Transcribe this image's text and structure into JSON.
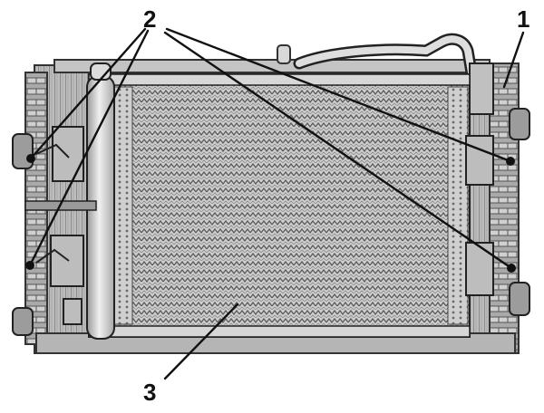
{
  "callouts": [
    {
      "id": "1",
      "label": "1"
    },
    {
      "id": "2",
      "label": "2"
    },
    {
      "id": "3",
      "label": "3"
    }
  ],
  "colors": {
    "background": "#ffffff",
    "ink": "#111111",
    "frame": "#8a8a8a",
    "core_light": "#c8c8c8",
    "core_dark": "#6a6a6a",
    "tank": "#bdbdbd",
    "tube": "#d6d6d6"
  }
}
